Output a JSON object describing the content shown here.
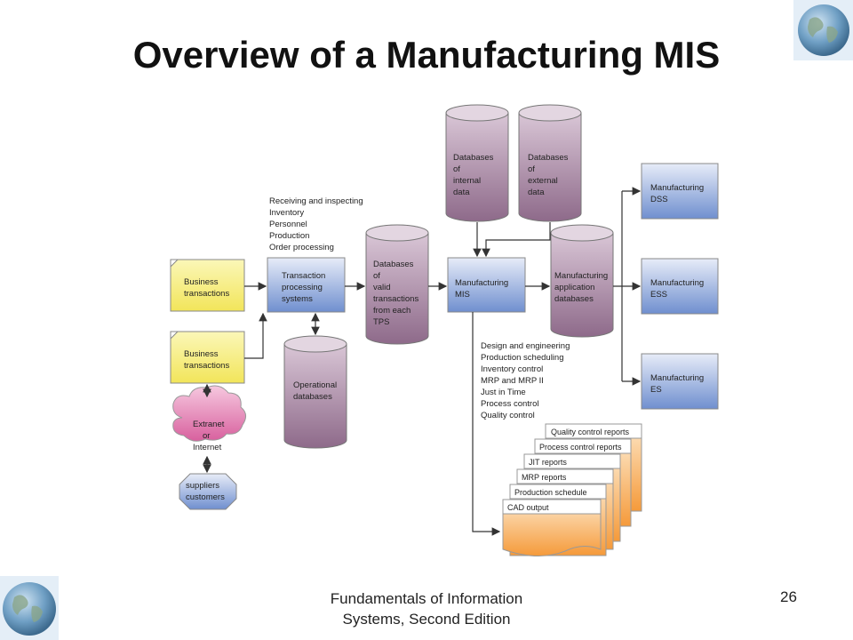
{
  "slide": {
    "title": "Overview of a Manufacturing MIS",
    "footer": [
      "Fundamentals of Information",
      "Systems, Second Edition"
    ],
    "page_number": "26"
  },
  "diagram": {
    "business_transactions": [
      "Business",
      "transactions"
    ],
    "business_transactions_2": [
      "Business",
      "transactions"
    ],
    "cloud": [
      "Extranet",
      "or",
      "Internet"
    ],
    "octagon": [
      "suppliers",
      "customers"
    ],
    "tps_inputs": [
      "Receiving and inspecting",
      "Inventory",
      "Personnel",
      "Production",
      "Order processing"
    ],
    "tps": [
      "Transaction",
      "processing",
      "systems"
    ],
    "operational_db": [
      "Operational",
      "databases"
    ],
    "valid_tx_db": [
      "Databases",
      "of",
      "valid",
      "transactions",
      "from each",
      "TPS"
    ],
    "internal_db": [
      "Databases",
      "of",
      "internal",
      "data"
    ],
    "external_db": [
      "Databases",
      "of",
      "external",
      "data"
    ],
    "mis": [
      "Manufacturing",
      "MIS"
    ],
    "app_db": [
      "Manufacturing",
      "application",
      "databases"
    ],
    "dss": [
      "Manufacturing",
      "DSS"
    ],
    "ess": [
      "Manufacturing",
      "ESS"
    ],
    "es": [
      "Manufacturing",
      "ES"
    ],
    "mis_functions": [
      "Design and engineering",
      "Production scheduling",
      "Inventory control",
      "MRP and MRP II",
      "Just in Time",
      "Process control",
      "Quality control"
    ],
    "reports": [
      "Quality control reports",
      "Process control reports",
      "JIT reports",
      "MRP reports",
      "Production schedule",
      "CAD output"
    ]
  },
  "colors": {
    "yellow_box": "#f5ef7a",
    "blue_box": "#8aa3d6",
    "cylinder": "#a98aa6",
    "cloud": "#e17fb4",
    "octagon": "#8aa3d6",
    "report": "#f7b46a"
  },
  "icons": {
    "top_right": "globe-icon",
    "bottom_left": "globe-icon"
  }
}
